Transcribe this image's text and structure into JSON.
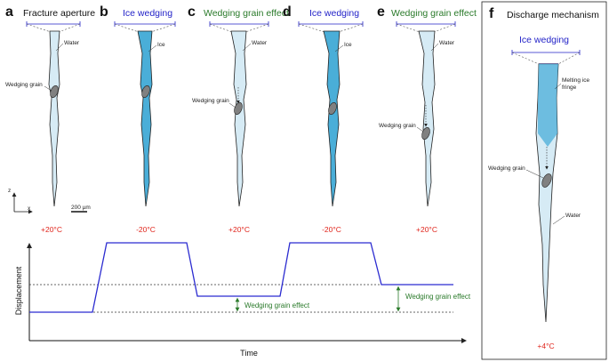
{
  "colors": {
    "ice_wedging": "#2323c8",
    "wedging_effect": "#2a7a2a",
    "temperature": "#e0261d",
    "displacement_line": "#2b2bd0",
    "ice_fill": "#4aaed8",
    "water_fill": "#d6ebf5",
    "grain_fill": "#808080"
  },
  "panels": [
    {
      "letter": "a",
      "title": "Fracture aperture",
      "title_color": "#111111",
      "fill": "water",
      "labels": [
        "Water",
        "Wedging grain"
      ],
      "temperature": "+20°C"
    },
    {
      "letter": "b",
      "title": "Ice wedging",
      "title_color": "#2323c8",
      "fill": "ice",
      "labels": [
        "Ice"
      ],
      "temperature": "-20°C"
    },
    {
      "letter": "c",
      "title": "Wedging grain effect",
      "title_color": "#2a7a2a",
      "fill": "water",
      "labels": [
        "Water",
        "Wedging grain"
      ],
      "temperature": "+20°C"
    },
    {
      "letter": "d",
      "title": "Ice wedging",
      "title_color": "#2323c8",
      "fill": "ice",
      "labels": [
        "Ice"
      ],
      "temperature": "-20°C"
    },
    {
      "letter": "e",
      "title": "Wedging grain effect",
      "title_color": "#2a7a2a",
      "fill": "water",
      "labels": [
        "Water",
        "Wedging grain"
      ],
      "temperature": "+20°C"
    }
  ],
  "scale": {
    "z_label": "z",
    "x_label": "x",
    "bar_label": "200 µm"
  },
  "graph": {
    "ylabel": "Displacement",
    "xlabel": "Time",
    "effect_label_1": "Wedging grain effect",
    "effect_label_2": "Wedging grain effect"
  },
  "panel_f": {
    "letter": "f",
    "title": "Discharge mechanism",
    "subtitle": "Ice wedging",
    "labels": [
      "Melting ice fringe",
      "Wedging grain",
      "Water"
    ],
    "temperature": "+4°C"
  }
}
